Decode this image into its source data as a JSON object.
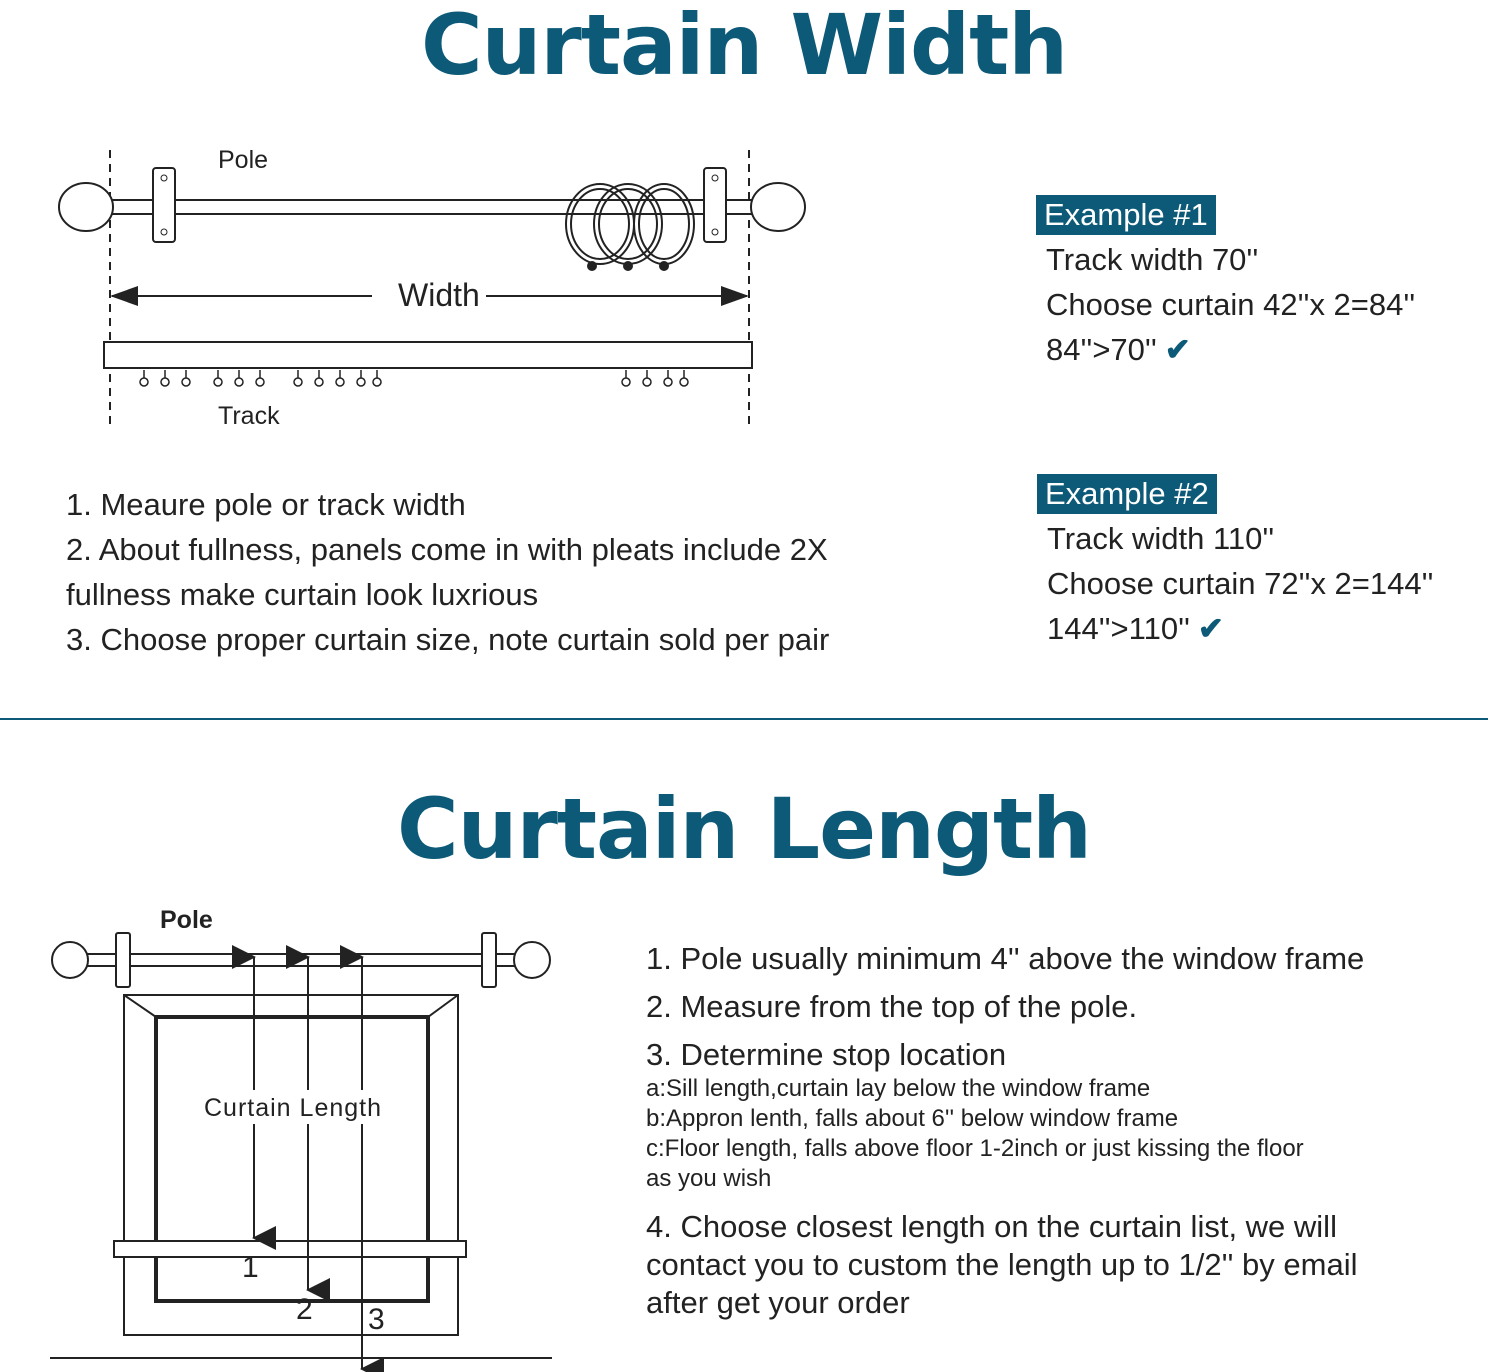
{
  "width_section": {
    "title": "Curtain Width",
    "diagram": {
      "pole_label": "Pole",
      "width_label": "Width",
      "track_label": "Track"
    },
    "steps": [
      "1.  Meaure pole or track width",
      "2.  About fullness, panels come in with pleats include 2X",
      "fullness make curtain look luxrious",
      "3. Choose proper curtain size, note curtain sold per pair"
    ],
    "examples": [
      {
        "badge": "Example #1",
        "lines": [
          "Track width 70''",
          "Choose curtain 42''x 2=84''",
          "84''>70''"
        ]
      },
      {
        "badge": "Example #2",
        "lines": [
          "Track width 110''",
          "Choose curtain 72''x 2=144''",
          "144''>110''"
        ]
      }
    ],
    "check_icon": "checkmark-icon"
  },
  "length_section": {
    "title": "Curtain Length",
    "diagram": {
      "pole_label": "Pole",
      "curtain_length_label": "Curtain Length",
      "marker_1": "1",
      "marker_2": "2",
      "marker_3": "3"
    },
    "steps": [
      "1. Pole usually minimum 4'' above the window frame",
      "2. Measure from the top of the pole.",
      "3. Determine stop location"
    ],
    "sub_steps": [
      "a:Sill length,curtain lay below the window frame",
      "b:Appron lenth, falls about 6'' below window frame",
      "c:Floor length, falls above floor 1-2inch or just kissing the floor",
      "as you wish"
    ],
    "final_step": [
      "4. Choose closest length on the curtain list, we will",
      "contact you to custom the length up to 1/2'' by email",
      "after get your order"
    ]
  },
  "colors": {
    "accent": "#0d5a78",
    "text": "#222222"
  }
}
